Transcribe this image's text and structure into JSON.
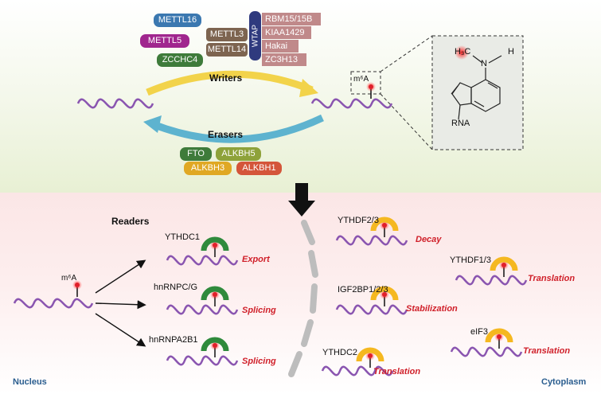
{
  "writers": {
    "title": "Writers",
    "boxes": [
      {
        "label": "METTL16",
        "color": "#3b78b0"
      },
      {
        "label": "METTL5",
        "color": "#a0268e"
      },
      {
        "label": "METTL3",
        "color": "#7d6450"
      },
      {
        "label": "METTL14",
        "color": "#7d6450"
      },
      {
        "label": "ZCCHC4",
        "color": "#3e7b3a"
      }
    ],
    "wtap_label": "WTAP",
    "wtap_partners": [
      "RBM15/15B",
      "KIAA1429",
      "Hakai",
      "ZC3H13"
    ]
  },
  "erasers": {
    "title": "Erasers",
    "boxes": [
      {
        "label": "FTO",
        "color": "#3e7b3a"
      },
      {
        "label": "ALKBH5",
        "color": "#8ea23a"
      },
      {
        "label": "ALKBH3",
        "color": "#e0a824"
      },
      {
        "label": "ALKBH1",
        "color": "#d4553a"
      }
    ]
  },
  "structure": {
    "methyl": "H₃C",
    "h": "H",
    "n": "N",
    "rna": "RNA",
    "m6a_tag": "m⁶A"
  },
  "readers": {
    "title": "Readers",
    "m6a_label": "m⁶A",
    "nucleus_label": "Nucleus",
    "cytoplasm_label": "Cytoplasm",
    "nuclear": [
      {
        "protein": "YTHDC1",
        "fate": "Export"
      },
      {
        "protein": "hnRNPC/G",
        "fate": "Splicing"
      },
      {
        "protein": "hnRNPA2B1",
        "fate": "Splicing"
      }
    ],
    "cytoplasmic": [
      {
        "protein": "YTHDF2/3",
        "fate": "Decay"
      },
      {
        "protein": "YTHDF1/3",
        "fate": "Translation"
      },
      {
        "protein": "IGF2BP1/2/3",
        "fate": "Stabilization"
      },
      {
        "protein": "eIF3",
        "fate": "Translation"
      },
      {
        "protein": "YTHDC2",
        "fate": "Translation"
      }
    ]
  },
  "colors": {
    "rna": "#8a55b0",
    "writers_arrow": "#f2d34a",
    "erasers_arrow": "#5eb3cf",
    "mark": "#e0202a",
    "nuclear_reader": "#2f8a3c",
    "cyto_reader": "#f5b820",
    "fate_text": "#d0202a"
  }
}
